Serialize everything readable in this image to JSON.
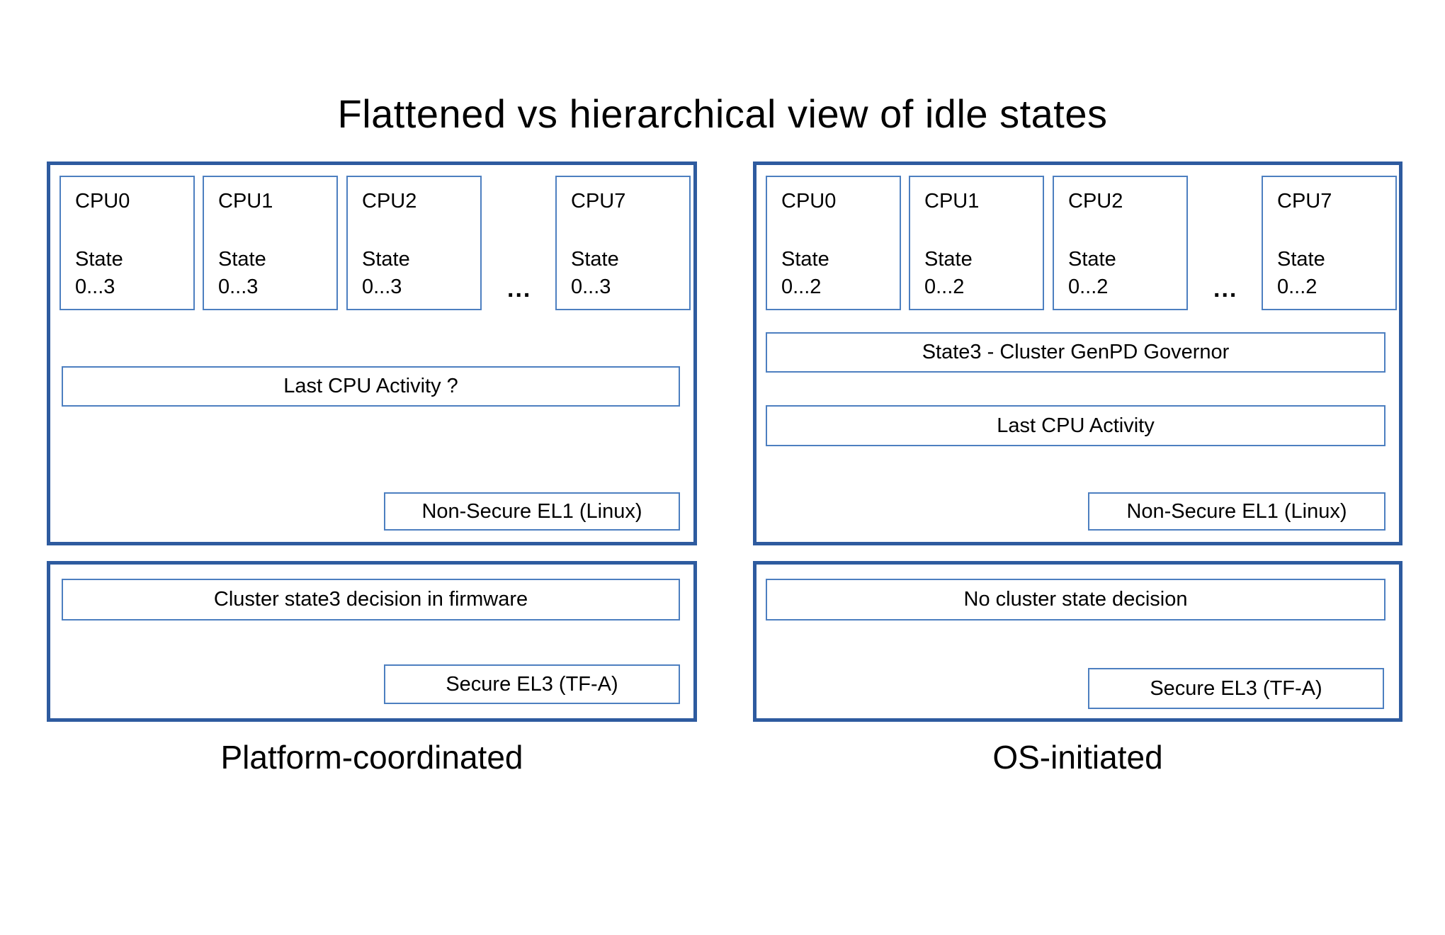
{
  "title": "Flattened vs hierarchical view of idle states",
  "colors": {
    "outer_border": "#2E5B9F",
    "inner_border": "#4D7FC0",
    "background": "#FFFFFF",
    "text": "#000000"
  },
  "left": {
    "label": "Platform-coordinated",
    "ellipsis": "...",
    "cpus": [
      {
        "name": "CPU0",
        "state": "State\n0...3"
      },
      {
        "name": "CPU1",
        "state": "State\n0...3"
      },
      {
        "name": "CPU2",
        "state": "State\n0...3"
      },
      {
        "name": "CPU7",
        "state": "State\n0...3"
      }
    ],
    "activity": "Last CPU Activity ?",
    "el1": "Non-Secure EL1 (Linux)",
    "decision": "Cluster state3 decision in firmware",
    "el3": "Secure EL3 (TF-A)"
  },
  "right": {
    "label": "OS-initiated",
    "ellipsis": "...",
    "cpus": [
      {
        "name": "CPU0",
        "state": "State\n0...2"
      },
      {
        "name": "CPU1",
        "state": "State\n0...2"
      },
      {
        "name": "CPU2",
        "state": "State\n0...2"
      },
      {
        "name": "CPU7",
        "state": "State\n0...2"
      }
    ],
    "governor": "State3 - Cluster GenPD Governor",
    "activity": "Last CPU Activity",
    "el1": "Non-Secure EL1 (Linux)",
    "decision": "No cluster state decision",
    "el3": "Secure EL3 (TF-A)"
  }
}
